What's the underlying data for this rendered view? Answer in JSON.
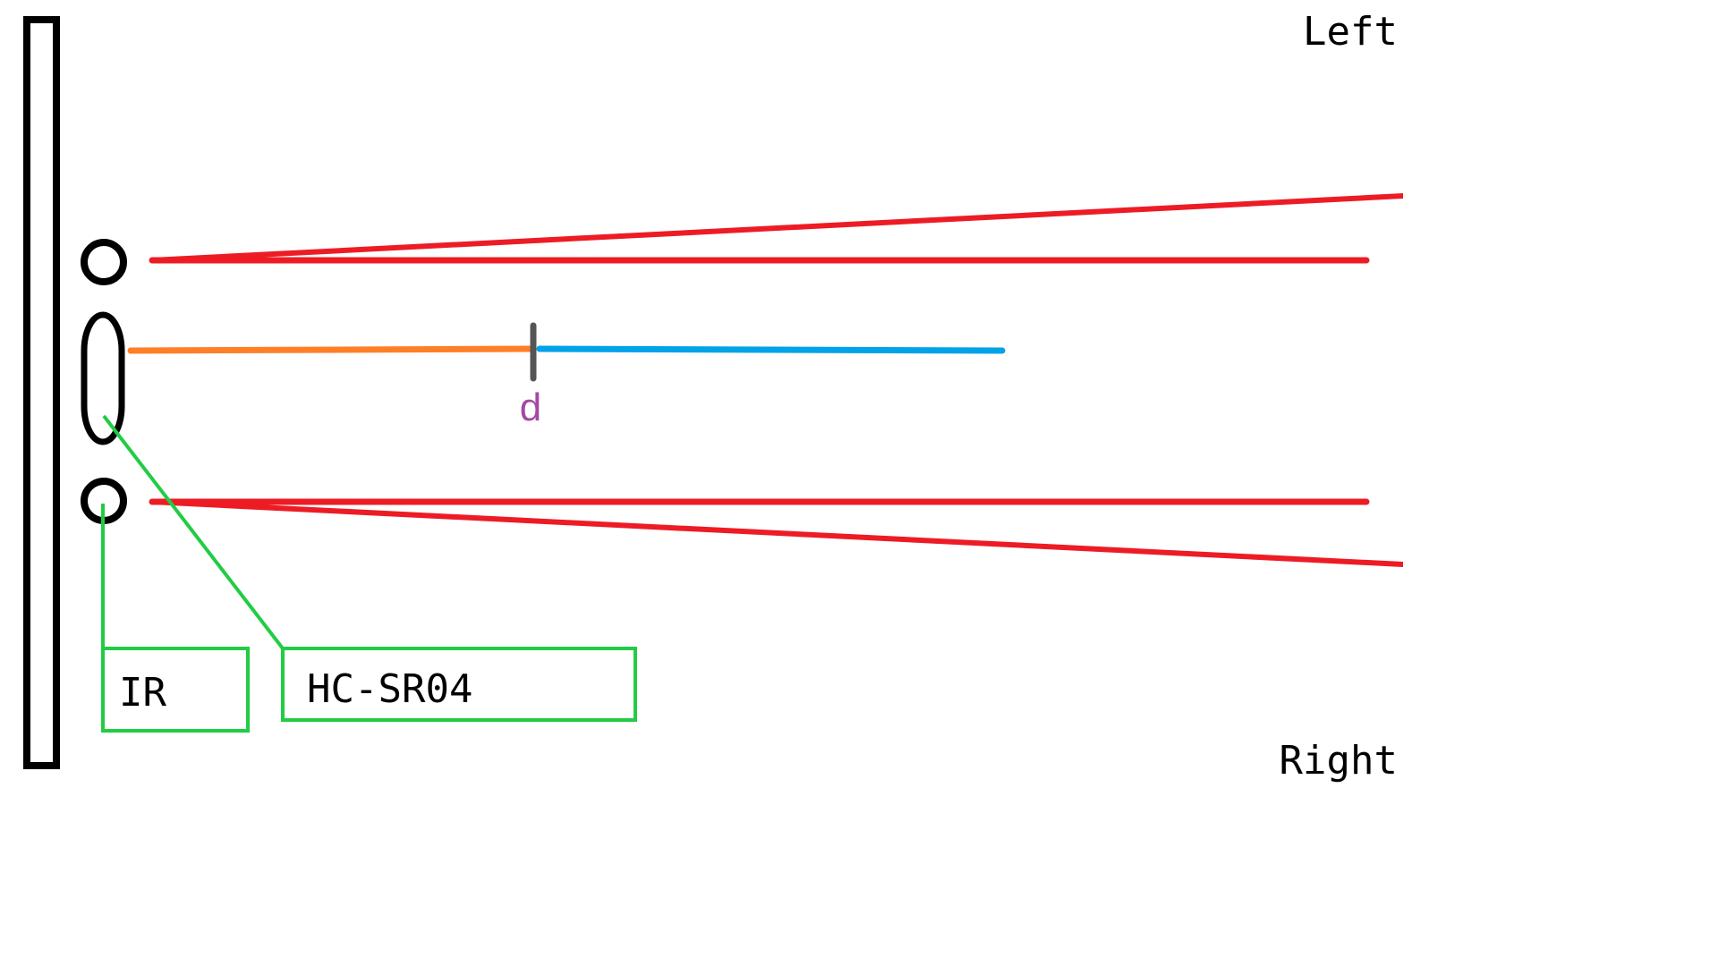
{
  "labels": {
    "left": "Left",
    "right": "Right",
    "ir": "IR",
    "ultrasonic": "HC-SR04",
    "distance": "d"
  },
  "colors": {
    "outline": "#000000",
    "ir_beam": "#ed1c24",
    "measured_path": "#ff7f27",
    "remaining_path": "#00a2e8",
    "distance_marker": "#555555",
    "distance_label": "#a349a4",
    "callout": "#22cc44"
  }
}
